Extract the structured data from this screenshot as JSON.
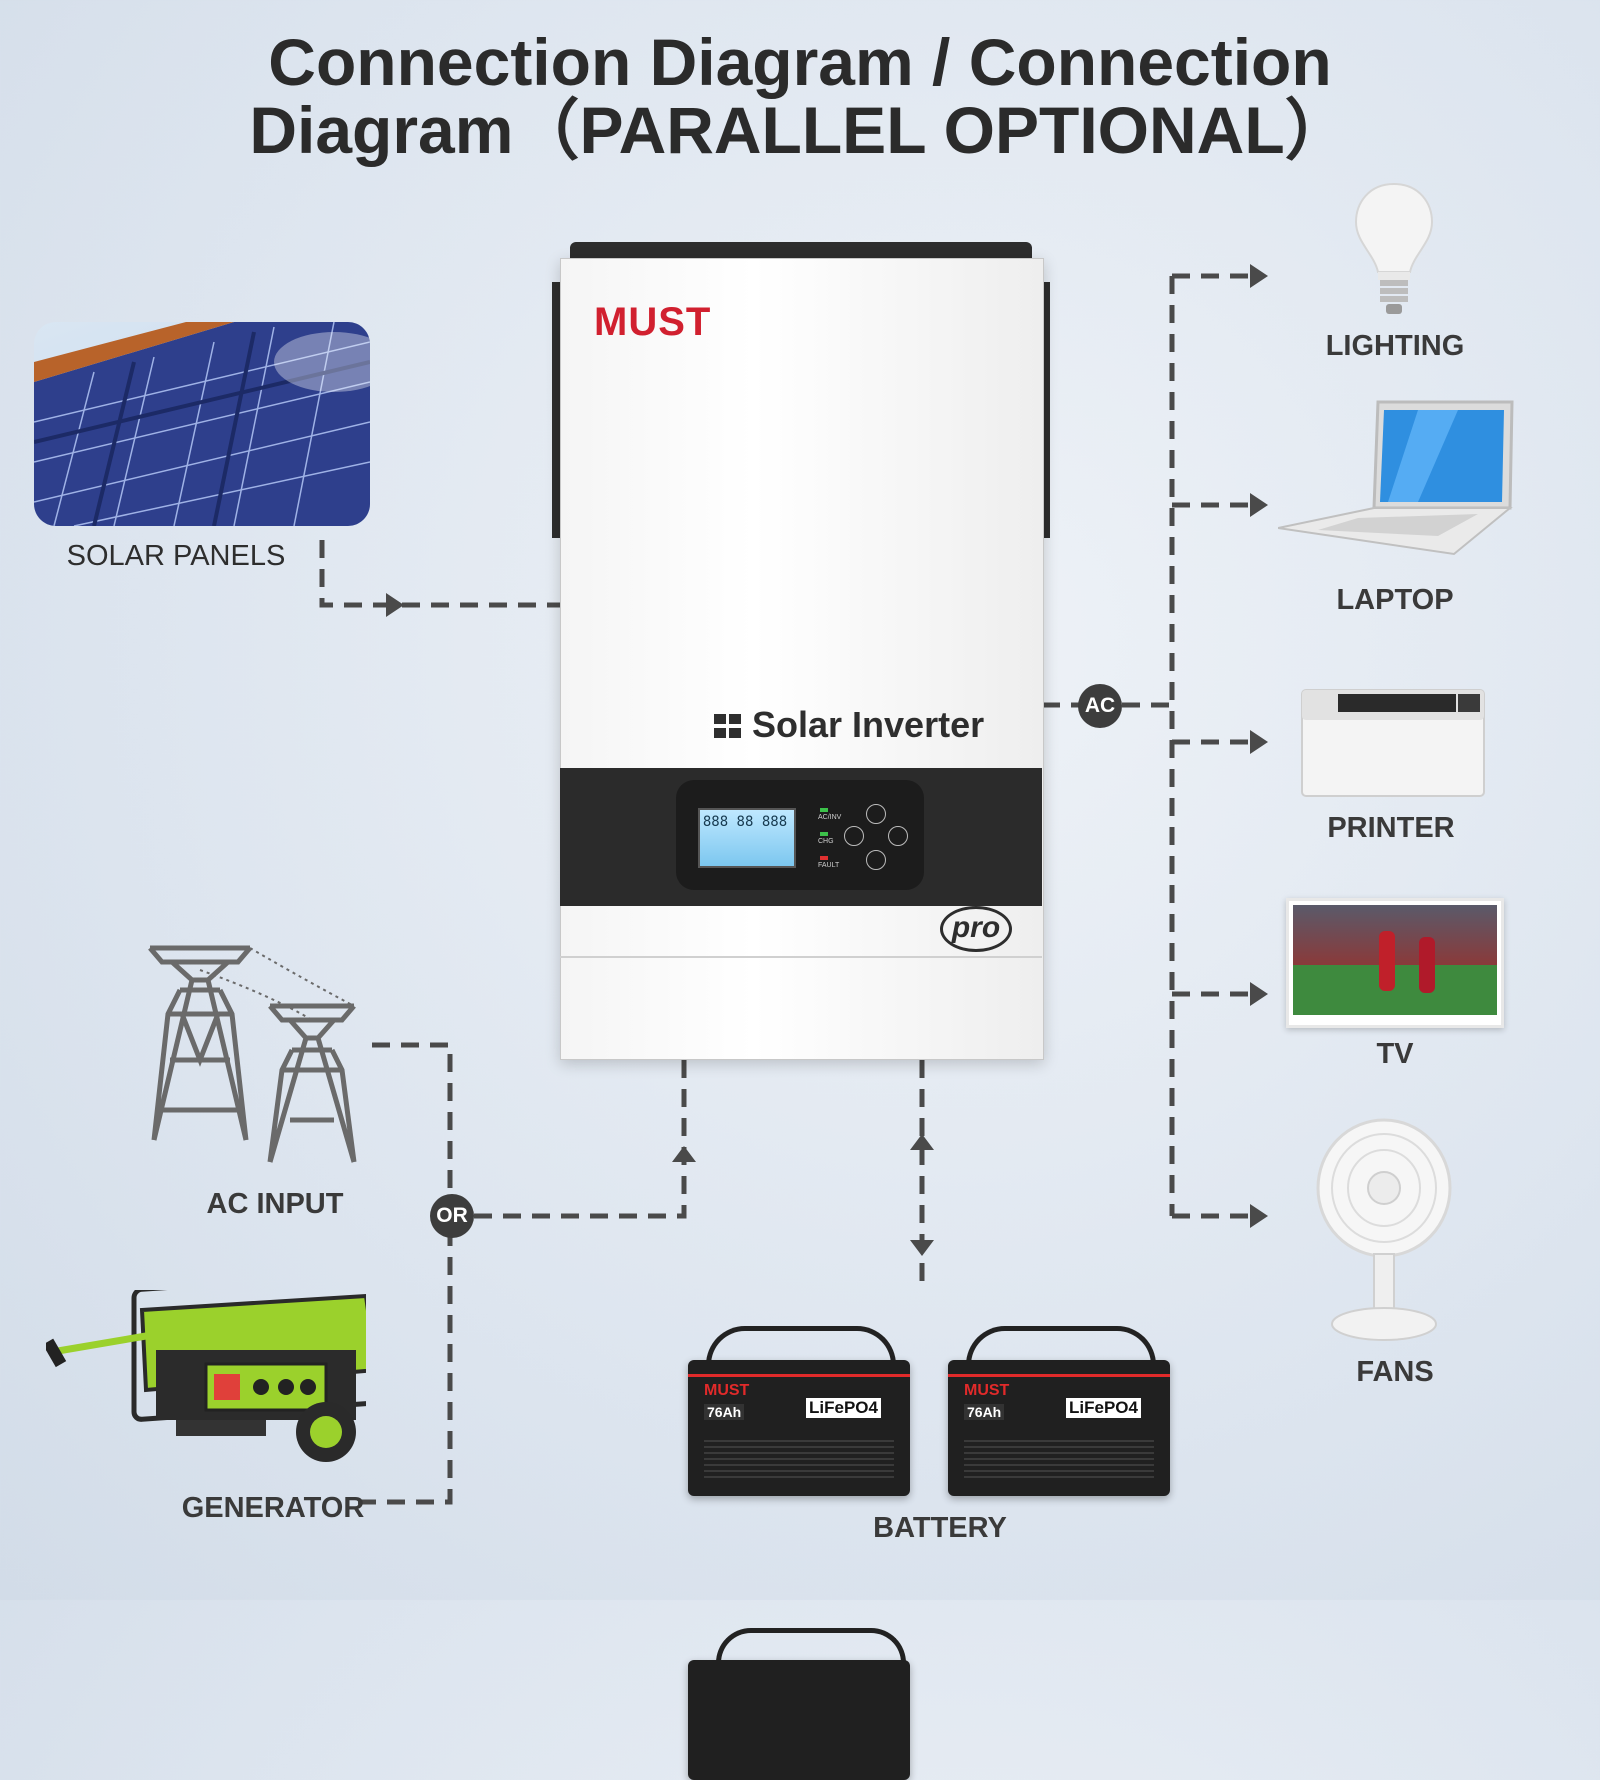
{
  "title": {
    "line1": "Connection Diagram / Connection",
    "line2": "Diagram（PARALLEL OPTIONAL）"
  },
  "inverter": {
    "brand": "MUST",
    "product": "Solar Inverter",
    "model_tag": "pro",
    "lcd_readout": "888 88 888",
    "indicators": [
      "AC/INV",
      "CHG",
      "FAULT"
    ],
    "indicator_colors": [
      "#3cc24a",
      "#3cc24a",
      "#e03030"
    ]
  },
  "inputs": {
    "solar": "SOLAR PANELS",
    "ac_input": "AC INPUT",
    "generator": "GENERATOR",
    "or_badge": "OR"
  },
  "ac_badge": "AC",
  "loads": [
    "LIGHTING",
    "LAPTOP",
    "PRINTER",
    "TV",
    "FANS"
  ],
  "battery": {
    "label": "BATTERY",
    "units": [
      {
        "brand": "MUST",
        "capacity": "76Ah",
        "chemistry": "LiFePO4"
      },
      {
        "brand": "MUST",
        "capacity": "76Ah",
        "chemistry": "LiFePO4"
      }
    ]
  },
  "colors": {
    "line": "#4a4a4a",
    "brand_red": "#d1202f",
    "generator_green": "#9bd12c"
  }
}
